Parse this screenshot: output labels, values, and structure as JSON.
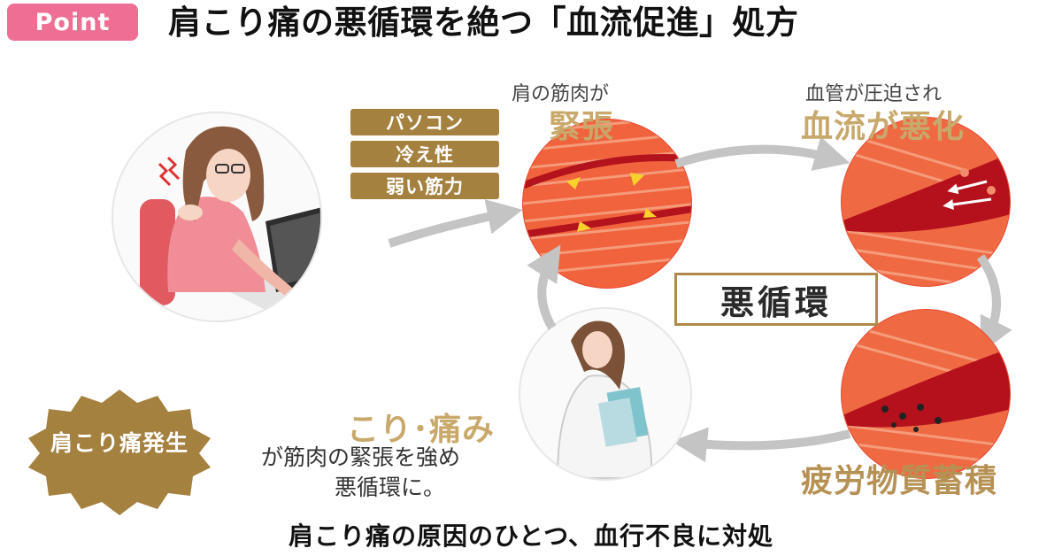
{
  "header": {
    "badge": "Point",
    "title": "肩こり痛の悪循環を絶つ「血流促進」処方"
  },
  "causes": [
    "パソコン",
    "冷え性",
    "弱い筋力"
  ],
  "cycle": {
    "step1_small": "肩の筋肉が",
    "step1_big": "緊張",
    "step2_small": "血管が圧迫され",
    "step2_big": "血流が悪化",
    "step3_big": "疲労物質蓄積",
    "step4_big": "こり･痛み",
    "step4_desc_line1": "が筋肉の緊張を強め",
    "step4_desc_line2": "悪循環に。",
    "center_label": "悪循環"
  },
  "onset_badge": "肩こり痛発生",
  "footer": "肩こり痛の原因のひとつ、血行不良に対処",
  "colors": {
    "badge_pink": "#ef6f94",
    "tag_gold": "#a5813f",
    "caption_gold": "#c9a96b",
    "arrow_gray": "#c4c4c4",
    "muscle_red": "#e8452e"
  }
}
